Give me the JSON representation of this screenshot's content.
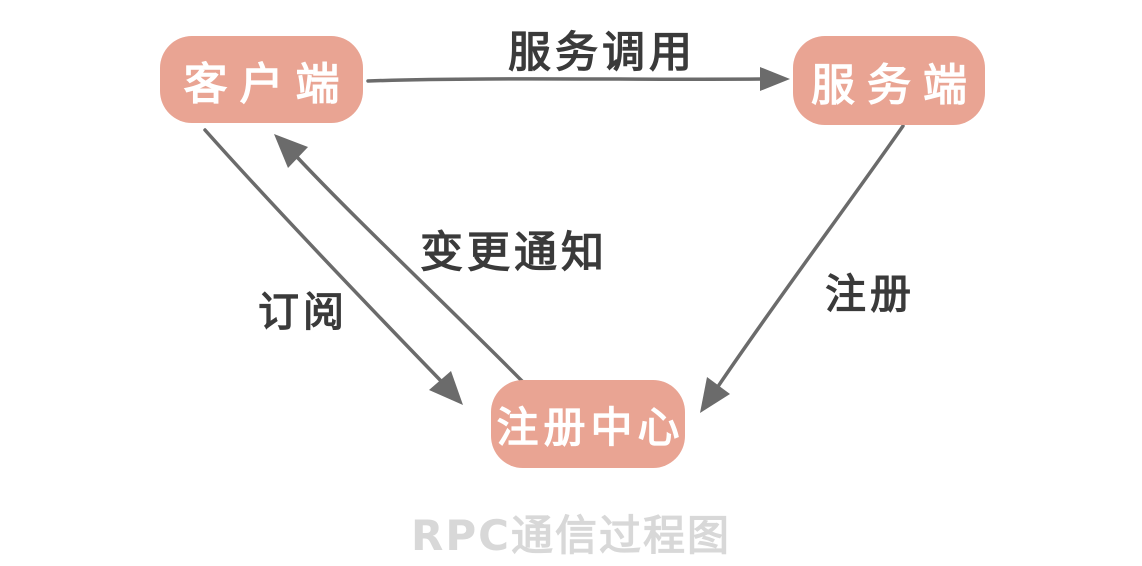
{
  "diagram": {
    "title": "RPC通信过程图",
    "nodes": [
      {
        "id": "client",
        "label": "客户端"
      },
      {
        "id": "server",
        "label": "服务端"
      },
      {
        "id": "registry",
        "label": "注册中心"
      }
    ],
    "edges": [
      {
        "id": "service-call",
        "label": "服务调用",
        "from": "客户端",
        "to": "服务端"
      },
      {
        "id": "register",
        "label": "注册",
        "from": "服务端",
        "to": "注册中心"
      },
      {
        "id": "subscribe",
        "label": "订阅",
        "from": "客户端",
        "to": "注册中心"
      },
      {
        "id": "change-notify",
        "label": "变更通知",
        "from": "注册中心",
        "to": "客户端"
      }
    ],
    "colors": {
      "node_fill": "#E9A493",
      "node_text": "#FFFFFF",
      "arrow": "#6B6B6B",
      "edge_label": "#3A3A3A",
      "title": "#D8D8D8",
      "background": "#FFFFFF"
    }
  }
}
